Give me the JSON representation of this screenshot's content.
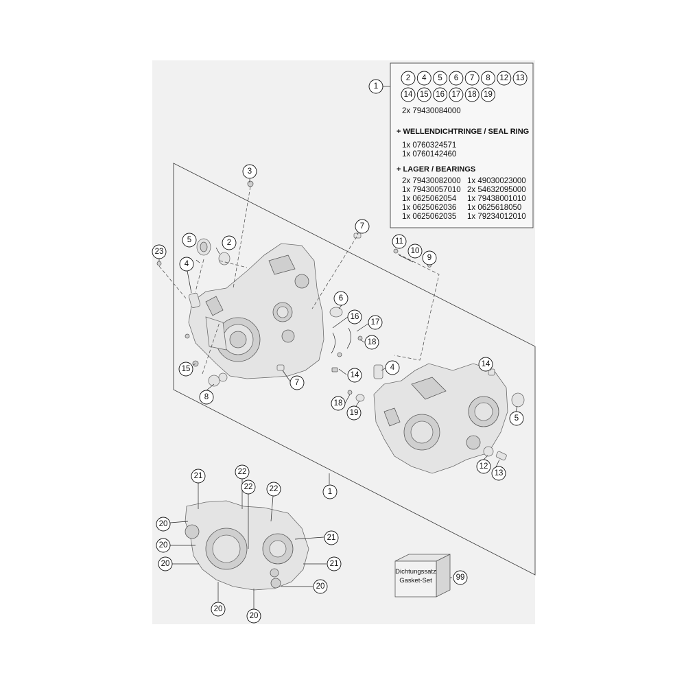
{
  "colors": {
    "background": "#f1f1f1",
    "panel_border": "#444444",
    "part_fill": "#e4e4e4",
    "part_stroke": "#6b6b6b"
  },
  "parts_box": {
    "main_ref": "1",
    "included_row1": [
      "2",
      "4",
      "5",
      "6",
      "7",
      "8",
      "12",
      "13"
    ],
    "included_row2": [
      "14",
      "15",
      "16",
      "17",
      "18",
      "19"
    ],
    "main_number": "2x 79430084000",
    "seal_header": "+ WELLENDICHTRINGE /  SEAL RING",
    "seal_items": [
      "1x 0760324571",
      "1x 0760142460"
    ],
    "bearing_header": "+ LAGER / BEARINGS",
    "bearings_left": [
      "2x 79430082000",
      "1x 79430057010",
      "1x 0625062054",
      "1x 0625062036",
      "1x 0625062035"
    ],
    "bearings_right": [
      "1x 49030023000",
      "2x 54632095000",
      "1x 79438001010",
      "1x 0625618050",
      "1x 79234012010"
    ]
  },
  "gasket_box": {
    "line1": "Dichtungssatz",
    "line2": "Gasket-Set",
    "ref": "99"
  },
  "callouts": [
    {
      "id": "c3",
      "label": "3"
    },
    {
      "id": "c7a",
      "label": "7"
    },
    {
      "id": "c11",
      "label": "11"
    },
    {
      "id": "c10",
      "label": "10"
    },
    {
      "id": "c9",
      "label": "9"
    },
    {
      "id": "c5a",
      "label": "5"
    },
    {
      "id": "c2",
      "label": "2"
    },
    {
      "id": "c23",
      "label": "23"
    },
    {
      "id": "c4a",
      "label": "4"
    },
    {
      "id": "c6",
      "label": "6"
    },
    {
      "id": "c16",
      "label": "16"
    },
    {
      "id": "c17",
      "label": "17"
    },
    {
      "id": "c18a",
      "label": "18"
    },
    {
      "id": "c14a",
      "label": "14"
    },
    {
      "id": "c15",
      "label": "15"
    },
    {
      "id": "c7b",
      "label": "7"
    },
    {
      "id": "c8",
      "label": "8"
    },
    {
      "id": "c4b",
      "label": "4"
    },
    {
      "id": "c14b",
      "label": "14"
    },
    {
      "id": "c18b",
      "label": "18"
    },
    {
      "id": "c19",
      "label": "19"
    },
    {
      "id": "c5b",
      "label": "5"
    },
    {
      "id": "c12",
      "label": "12"
    },
    {
      "id": "c13",
      "label": "13"
    },
    {
      "id": "c1b",
      "label": "1"
    },
    {
      "id": "c21a",
      "label": "21"
    },
    {
      "id": "c22a",
      "label": "22"
    },
    {
      "id": "c22b",
      "label": "22"
    },
    {
      "id": "c22c",
      "label": "22"
    },
    {
      "id": "c20a",
      "label": "20"
    },
    {
      "id": "c21b",
      "label": "21"
    },
    {
      "id": "c20b",
      "label": "20"
    },
    {
      "id": "c20c",
      "label": "20"
    },
    {
      "id": "c21c",
      "label": "21"
    },
    {
      "id": "c20d",
      "label": "20"
    },
    {
      "id": "c20e",
      "label": "20"
    },
    {
      "id": "c20f",
      "label": "20"
    }
  ]
}
